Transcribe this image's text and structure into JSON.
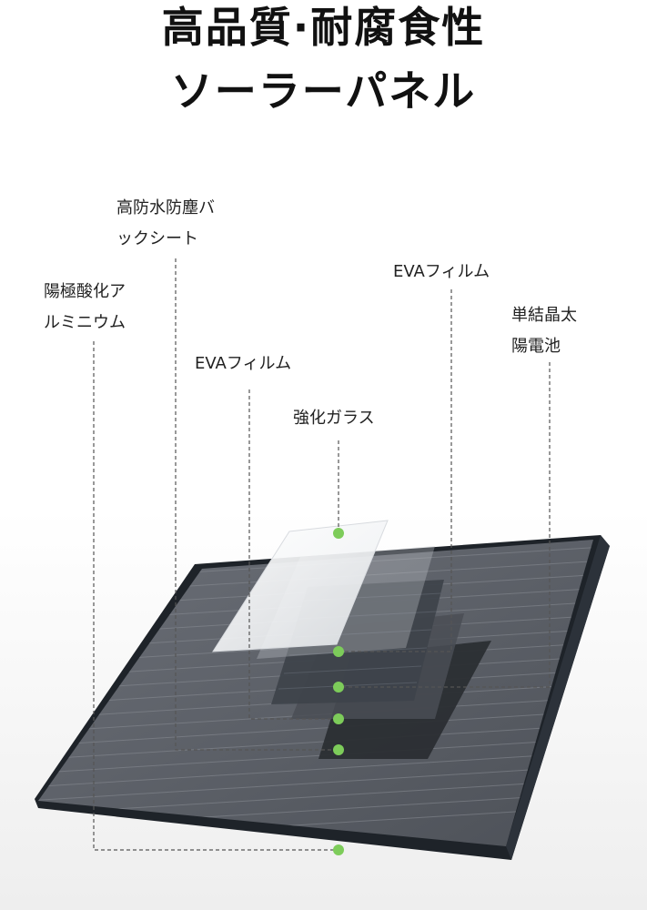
{
  "title": {
    "line1": "高品質·耐腐食性",
    "line2": "ソーラーパネル"
  },
  "labels": {
    "backsheet": {
      "line1": "高防水防塵バ",
      "line2": "ックシート"
    },
    "aluminum": {
      "line1": "陽極酸化ア",
      "line2": "ルミニウム"
    },
    "eva_top": "EVAフィルム",
    "cell": {
      "line1": "単結晶太",
      "line2": "陽電池"
    },
    "eva_mid": "EVAフィルム",
    "glass": "強化ガラス"
  },
  "colors": {
    "marker": "#7dcc5a",
    "leader": "#555555",
    "frame": "#1e2329",
    "panel_surface": "#5d6168"
  }
}
